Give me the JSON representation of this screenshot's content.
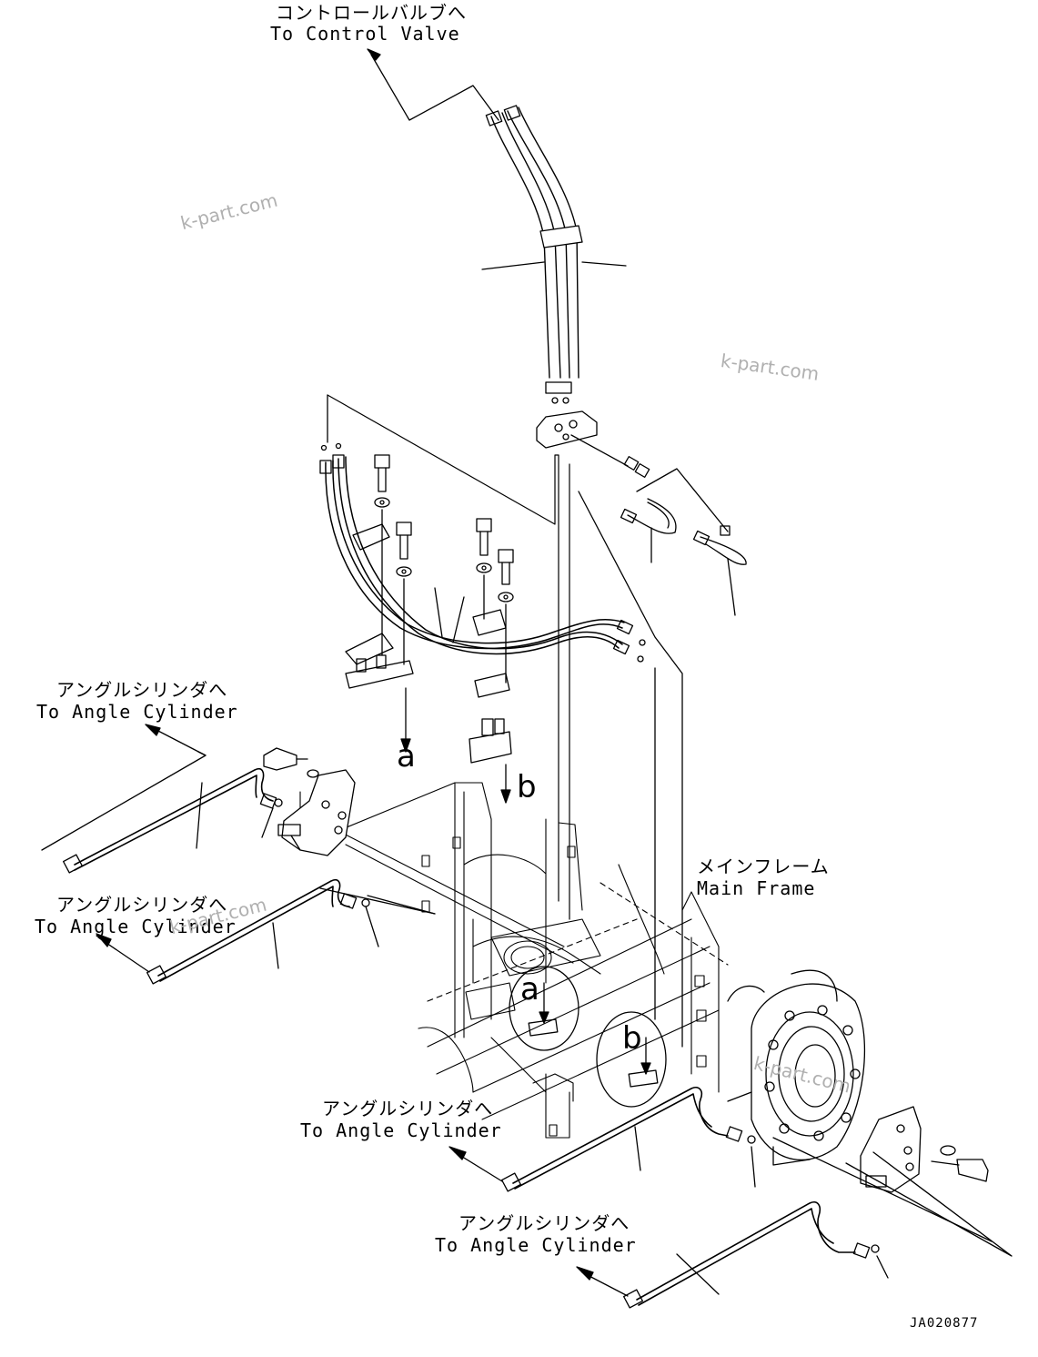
{
  "labels": {
    "control_valve_jp": "コントロールバルブへ",
    "control_valve_en": "To Control Valve",
    "angle_cyl_jp": "アングルシリンダへ",
    "angle_cyl_en": "To Angle Cylinder",
    "main_frame_jp": "メインフレーム",
    "main_frame_en": "Main Frame"
  },
  "detail_letters": {
    "a": "a",
    "b": "b"
  },
  "watermark": "k-part.com",
  "drawing_code": "JA020877",
  "colors": {
    "line": "#000000",
    "watermark": "#b0b0b0",
    "background": "#ffffff"
  }
}
